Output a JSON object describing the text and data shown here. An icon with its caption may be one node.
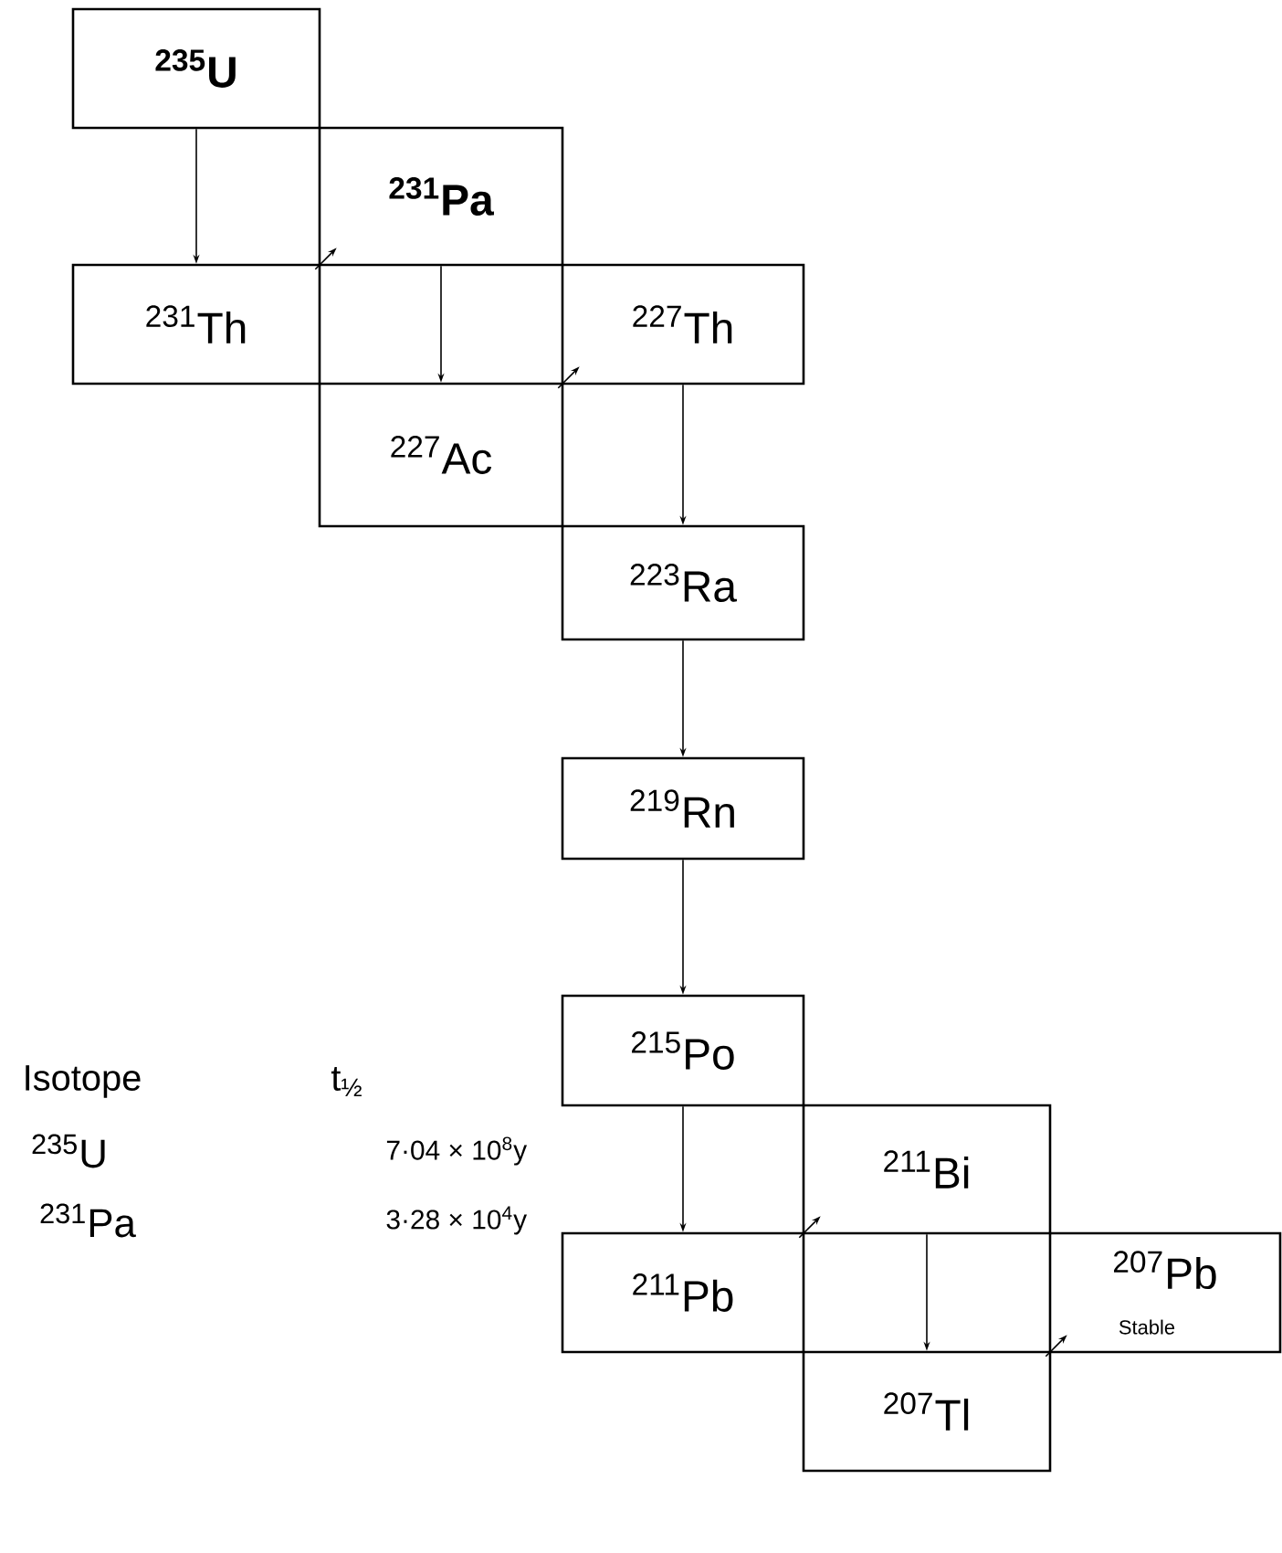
{
  "diagram": {
    "nodes": [
      {
        "text": [
          "$^{235}$U"
        ]
      },
      {
        "text": [
          "$^{231}$Pa"
        ]
      },
      {
        "text": [
          "$^{231}$Th"
        ]
      },
      {
        "text": [
          "$^{227}$Th"
        ]
      },
      {
        "text": [
          "$^{227}$Ac"
        ]
      },
      {
        "text": [
          "$^{223}$Ra"
        ]
      },
      {
        "text": [
          "$^{219}$Rn"
        ]
      },
      {
        "text": [
          "$^{215}$Po"
        ]
      },
      {
        "text": [
          "$^{211}$Bi"
        ]
      },
      {
        "text": [
          "$^{211}$Pb"
        ]
      },
      {
        "text": [
          "$^{207}$Pb",
          "Stable"
        ]
      },
      {
        "text": [
          "$^{207}$Tl"
        ]
      }
    ],
    "edges": [
      {
        "from": 0,
        "to": 2,
        "arrow": "to"
      },
      {
        "from": 2,
        "to": 1,
        "arrow": "to"
      },
      {
        "from": 1,
        "to": 4,
        "arrow": "to"
      },
      {
        "from": 4,
        "to": 3,
        "arrow": "to"
      },
      {
        "from": 3,
        "to": 5,
        "arrow": "to"
      },
      {
        "from": 5,
        "to": 6,
        "arrow": "to"
      },
      {
        "from": 6,
        "to": 7,
        "arrow": "to"
      },
      {
        "from": 7,
        "to": 9,
        "arrow": "to"
      },
      {
        "from": 9,
        "to": 8,
        "arrow": "to"
      },
      {
        "from": 8,
        "to": 11,
        "arrow": "to"
      },
      {
        "from": 11,
        "to": 10,
        "arrow": "to"
      }
    ],
    "labels": [
      "Isotope",
      "t$_{½}$",
      "$^{235}$U",
      "7·04 × 10$^{8}$y",
      "$^{231}$Pa",
      "3·28 × 10$^{4}$y"
    ]
  }
}
